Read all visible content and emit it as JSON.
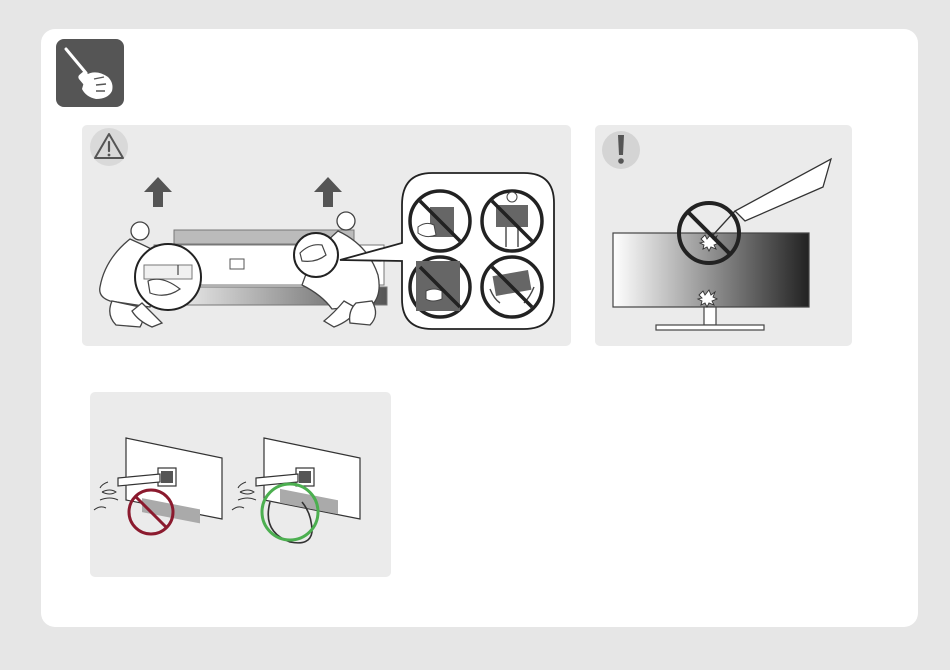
{
  "page": {
    "background_color": "#e6e6e6",
    "card_color": "#ffffff",
    "panel_color": "#ebebeb"
  },
  "header": {
    "badge_icon": "screwdriver-hand-icon",
    "badge_color": "#555555"
  },
  "panels": {
    "lift": {
      "icon": "warning-triangle-icon",
      "figure": "two-people-lifting-monitor",
      "prohibited_actions_count": 4
    },
    "screen": {
      "icon": "caution-exclamation-icon",
      "figure": "no-pressing-screen-with-object"
    },
    "cable": {
      "figure": "cable-routing-wrong-vs-right",
      "wrong_color": "#8b1a2e",
      "right_color": "#4caf50"
    }
  }
}
